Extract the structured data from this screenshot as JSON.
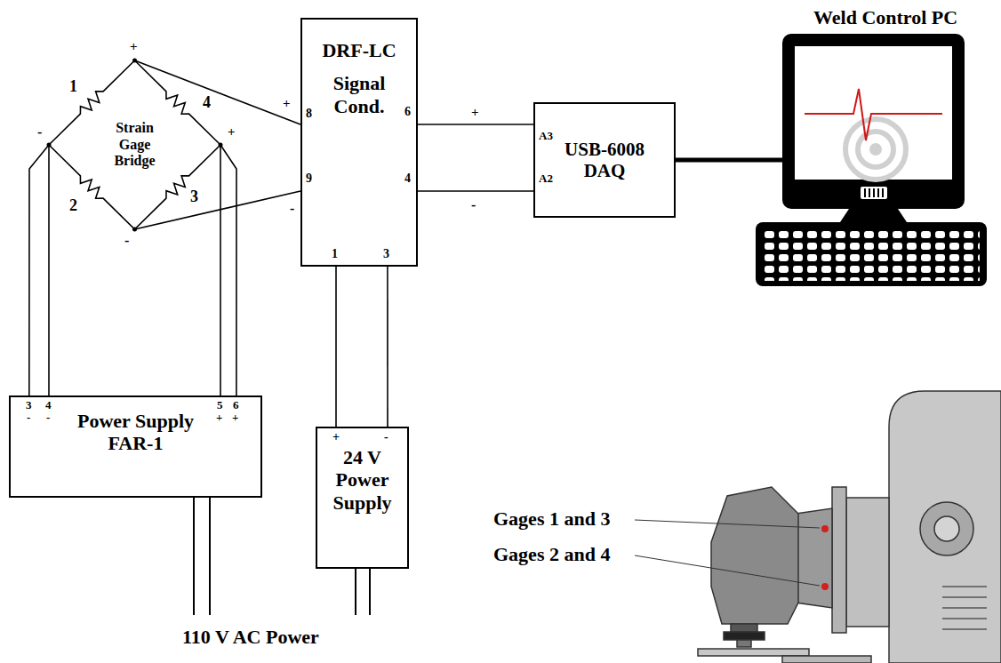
{
  "diagram": {
    "nodes": [
      {
        "text": [
          "Strain Gage Bridge"
        ]
      },
      {
        "text": [
          "DRF-LC",
          "Signal Cond."
        ]
      },
      {
        "text": [
          "USB-6008 DAQ"
        ]
      },
      {
        "text": [
          "Power Supply FAR-1"
        ]
      },
      {
        "text": [
          "24 V Power Supply"
        ]
      }
    ],
    "edges": [
      {
        "from": 0,
        "to": 1,
        "arrow": "none"
      },
      {
        "from": 0,
        "to": 1,
        "arrow": "none"
      },
      {
        "from": 1,
        "to": 2,
        "arrow": "none"
      },
      {
        "from": 1,
        "to": 2,
        "arrow": "none"
      },
      {
        "from": 0,
        "to": 3,
        "arrow": "none"
      },
      {
        "from": 0,
        "to": 3,
        "arrow": "none"
      },
      {
        "from": 0,
        "to": 3,
        "arrow": "none"
      },
      {
        "from": 0,
        "to": 3,
        "arrow": "none"
      },
      {
        "from": 1,
        "to": 4,
        "arrow": "none"
      },
      {
        "from": 1,
        "to": 4,
        "arrow": "none"
      }
    ],
    "labels": [
      "+",
      "-",
      "+",
      "-",
      "1",
      "4",
      "2",
      "3",
      "+",
      "8",
      "-",
      "9",
      "6",
      "4",
      "+",
      "-",
      "A3",
      "A2",
      "1",
      "3",
      "3",
      "4",
      "-",
      "-",
      "5",
      "6",
      "+",
      "+",
      "+",
      "-",
      "Weld Control PC",
      "Gages 1 and 3",
      "Gages 2 and 4",
      "110 V AC Power"
    ]
  }
}
